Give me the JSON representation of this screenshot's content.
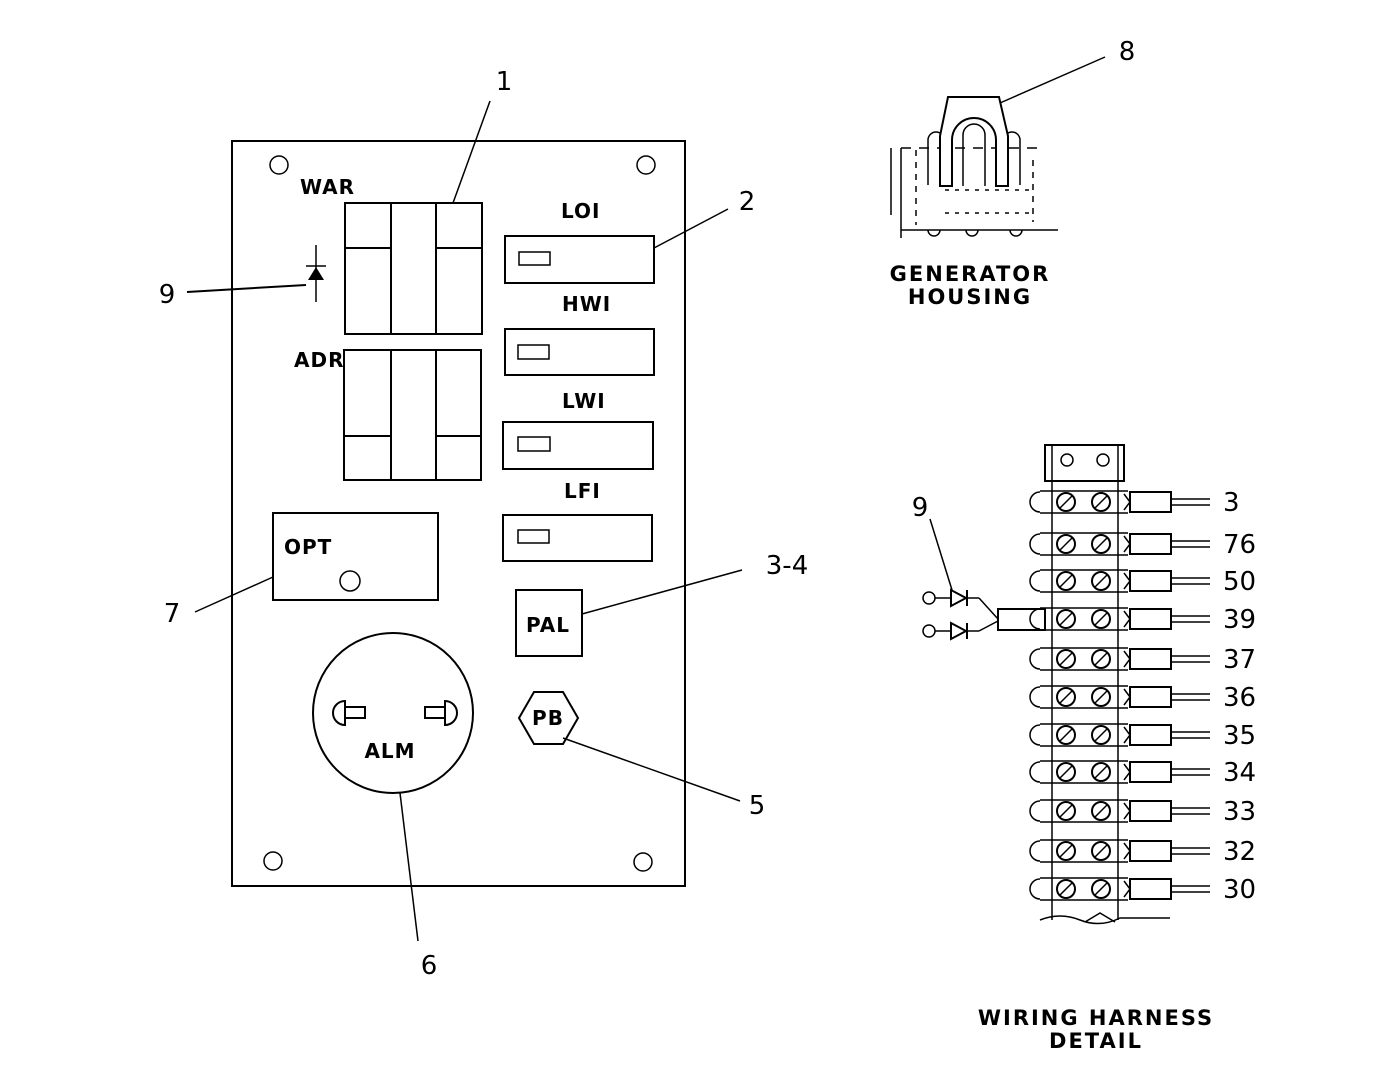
{
  "panel": {
    "labels": {
      "war": "WAR",
      "adr": "ADR",
      "loi": "LOI",
      "hwi": "HWI",
      "lwi": "LWI",
      "lfi": "LFI",
      "opt": "OPT",
      "pal": "PAL",
      "pb": "PB",
      "alm": "ALM"
    },
    "callouts": {
      "c1": "1",
      "c2": "2",
      "c3_4": "3-4",
      "c5": "5",
      "c6": "6",
      "c7": "7",
      "c9": "9"
    }
  },
  "generator": {
    "callout": "8",
    "title_line1": "GENERATOR",
    "title_line2": "HOUSING"
  },
  "harness": {
    "diode_callout": "9",
    "terminals": [
      "3",
      "76",
      "50",
      "39",
      "37",
      "36",
      "35",
      "34",
      "33",
      "32",
      "30"
    ],
    "title_line1": "WIRING HARNESS",
    "title_line2": "DETAIL"
  }
}
